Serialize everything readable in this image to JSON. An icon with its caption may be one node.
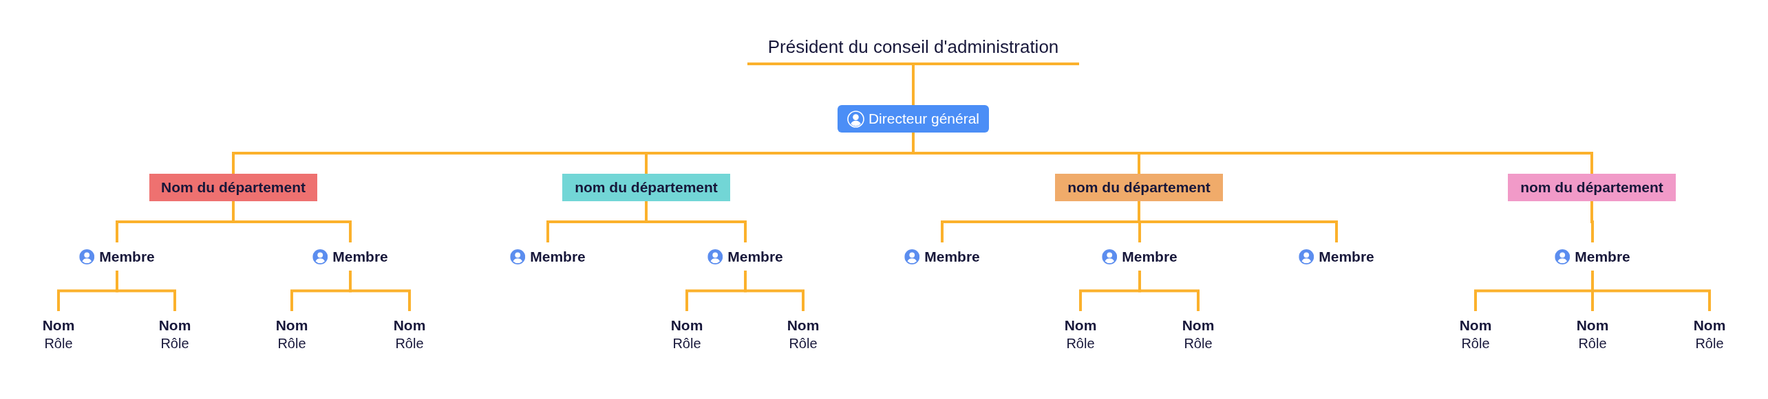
{
  "diagram": {
    "nodes": [
      {
        "text": [
          "Président du conseil d'administration"
        ]
      },
      {
        "text": [
          "Directeur général"
        ]
      },
      {
        "text": [
          "Nom du département"
        ]
      },
      {
        "text": [
          "Membre"
        ]
      },
      {
        "text": [
          "Nom",
          "Rôle"
        ]
      },
      {
        "text": [
          "Nom",
          "Rôle"
        ]
      },
      {
        "text": [
          "Membre"
        ]
      },
      {
        "text": [
          "Nom",
          "Rôle"
        ]
      },
      {
        "text": [
          "Nom",
          "Rôle"
        ]
      },
      {
        "text": [
          "nom du département"
        ]
      },
      {
        "text": [
          "Membre"
        ]
      },
      {
        "text": [
          "Membre"
        ]
      },
      {
        "text": [
          "Nom",
          "Rôle"
        ]
      },
      {
        "text": [
          "Nom",
          "Rôle"
        ]
      },
      {
        "text": [
          "nom du département"
        ]
      },
      {
        "text": [
          "Membre"
        ]
      },
      {
        "text": [
          "Membre"
        ]
      },
      {
        "text": [
          "Nom",
          "Rôle"
        ]
      },
      {
        "text": [
          "Nom",
          "Rôle"
        ]
      },
      {
        "text": [
          "Membre"
        ]
      },
      {
        "text": [
          "nom du département"
        ]
      },
      {
        "text": [
          "Membre"
        ]
      },
      {
        "text": [
          "Nom",
          "Rôle"
        ]
      },
      {
        "text": [
          "Nom",
          "Rôle"
        ]
      },
      {
        "text": [
          "Nom",
          "Rôle"
        ]
      }
    ],
    "edges": [
      {
        "from": 0,
        "to": 1,
        "arrow": "none"
      },
      {
        "from": 1,
        "to": 2,
        "arrow": "none"
      },
      {
        "from": 1,
        "to": 9,
        "arrow": "none"
      },
      {
        "from": 1,
        "to": 14,
        "arrow": "none"
      },
      {
        "from": 1,
        "to": 20,
        "arrow": "none"
      },
      {
        "from": 2,
        "to": 3,
        "arrow": "none"
      },
      {
        "from": 2,
        "to": 6,
        "arrow": "none"
      },
      {
        "from": 3,
        "to": 4,
        "arrow": "none"
      },
      {
        "from": 3,
        "to": 5,
        "arrow": "none"
      },
      {
        "from": 6,
        "to": 7,
        "arrow": "none"
      },
      {
        "from": 6,
        "to": 8,
        "arrow": "none"
      },
      {
        "from": 9,
        "to": 10,
        "arrow": "none"
      },
      {
        "from": 9,
        "to": 11,
        "arrow": "none"
      },
      {
        "from": 11,
        "to": 12,
        "arrow": "none"
      },
      {
        "from": 11,
        "to": 13,
        "arrow": "none"
      },
      {
        "from": 14,
        "to": 15,
        "arrow": "none"
      },
      {
        "from": 14,
        "to": 16,
        "arrow": "none"
      },
      {
        "from": 14,
        "to": 19,
        "arrow": "none"
      },
      {
        "from": 16,
        "to": 17,
        "arrow": "none"
      },
      {
        "from": 16,
        "to": 18,
        "arrow": "none"
      },
      {
        "from": 20,
        "to": 21,
        "arrow": "none"
      },
      {
        "from": 21,
        "to": 22,
        "arrow": "none"
      },
      {
        "from": 21,
        "to": 23,
        "arrow": "none"
      },
      {
        "from": 21,
        "to": 24,
        "arrow": "none"
      }
    ]
  }
}
